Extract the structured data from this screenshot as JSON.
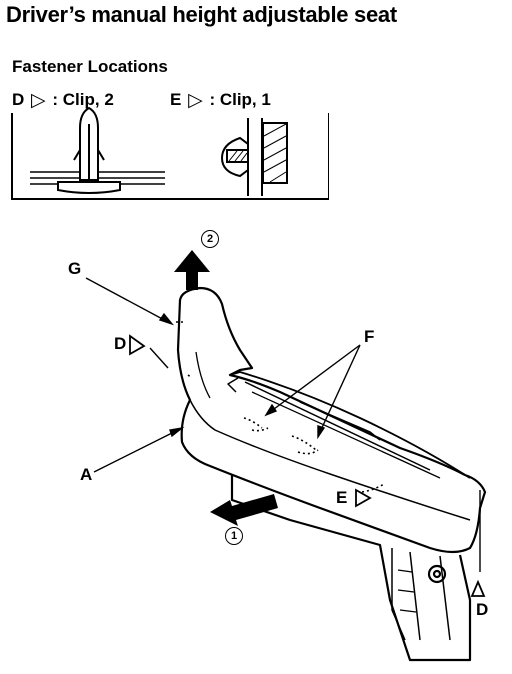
{
  "title": "Driver’s manual height adjustable seat",
  "subtitle": "Fastener Locations",
  "legend": {
    "d_letter": "D",
    "d_text": ": Clip, 2",
    "e_letter": "E",
    "e_text": ": Clip, 1",
    "triangle_glyph": "▷"
  },
  "callouts": {
    "g": "G",
    "d_upper": "D",
    "f": "F",
    "a": "A",
    "e": "E",
    "d_lower": "D",
    "step_2": "2",
    "step_1": "1"
  },
  "colors": {
    "ink": "#000000",
    "paper": "#ffffff"
  }
}
